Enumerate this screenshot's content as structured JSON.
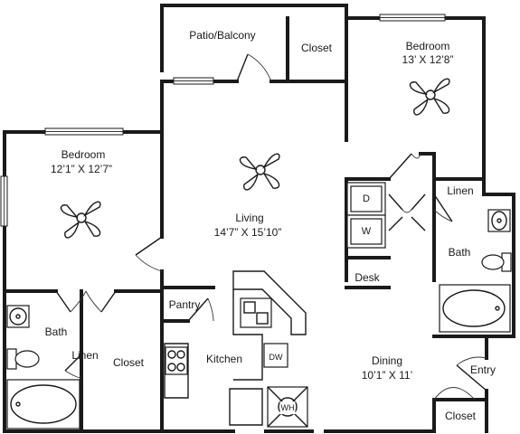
{
  "rooms": {
    "patio": {
      "name": "Patio/Balcony"
    },
    "closet_top": {
      "name": "Closet"
    },
    "bedroom_right": {
      "name": "Bedroom",
      "dims": "13’ X 12’8”"
    },
    "bedroom_left": {
      "name": "Bedroom",
      "dims": "12’1” X 12’7”"
    },
    "living": {
      "name": "Living",
      "dims": "14’7” X 15’10”"
    },
    "linen_right": {
      "name": "Linen"
    },
    "bath_right": {
      "name": "Bath"
    },
    "desk": {
      "name": "Desk"
    },
    "pantry": {
      "name": "Pantry"
    },
    "bath_left": {
      "name": "Bath"
    },
    "linen_left": {
      "name": "Linen"
    },
    "closet_left": {
      "name": "Closet"
    },
    "kitchen": {
      "name": "Kitchen"
    },
    "dining": {
      "name": "Dining",
      "dims": "10’1” X 11’"
    },
    "entry": {
      "name": "Entry"
    },
    "closet_entry": {
      "name": "Closet"
    }
  },
  "appliances": {
    "dryer": "D",
    "washer": "W",
    "dishwasher": "DW",
    "water_heater": "WH"
  },
  "icons": [
    "ceiling-fan-icon",
    "sink-icon",
    "toilet-icon",
    "bathtub-icon",
    "cooktop-icon",
    "door-swing-icon"
  ]
}
